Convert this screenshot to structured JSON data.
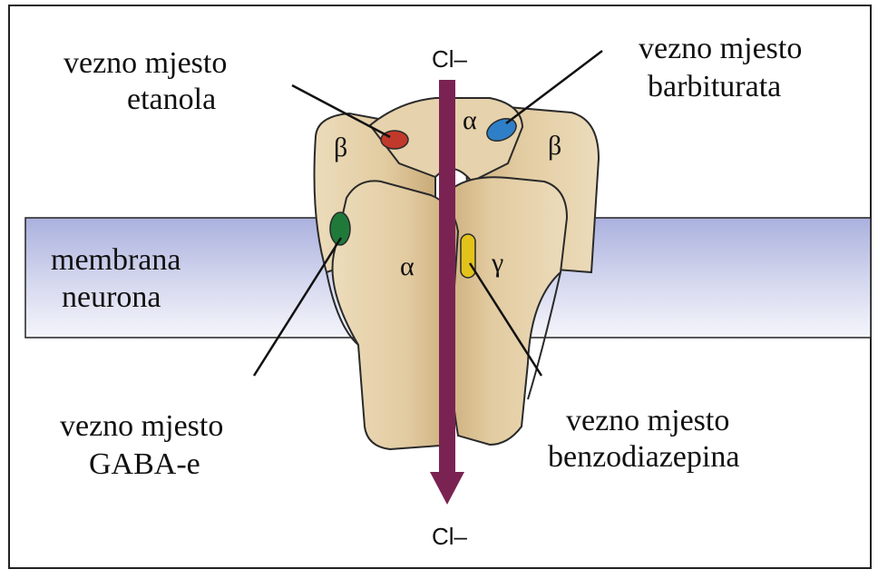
{
  "colors": {
    "membrane": "#b7bde2",
    "protein": "#e6d2ac",
    "protein_dark": "#c8a97a",
    "arrow": "#7a2352",
    "ethanol_site": "#c0392b",
    "barbiturate_site": "#2f7fc8",
    "gaba_site": "#1f7a3a",
    "benzodiazepine_site": "#e3c21b"
  },
  "ion_top": "Cl–",
  "ion_bottom": "Cl–",
  "labels": {
    "ethanol": [
      "vezno mjesto",
      "etanola"
    ],
    "barbiturate": [
      "vezno mjesto",
      "barbiturata"
    ],
    "membrane": [
      "membrana",
      "neurona"
    ],
    "gaba": [
      "vezno mjesto",
      "GABA-e"
    ],
    "benzodiazepine": [
      "vezno mjesto",
      "benzodiazepina"
    ]
  },
  "subunits": {
    "back_left": "β",
    "back_center": "α",
    "back_right": "β",
    "front_left": "α",
    "front_right": "γ"
  }
}
